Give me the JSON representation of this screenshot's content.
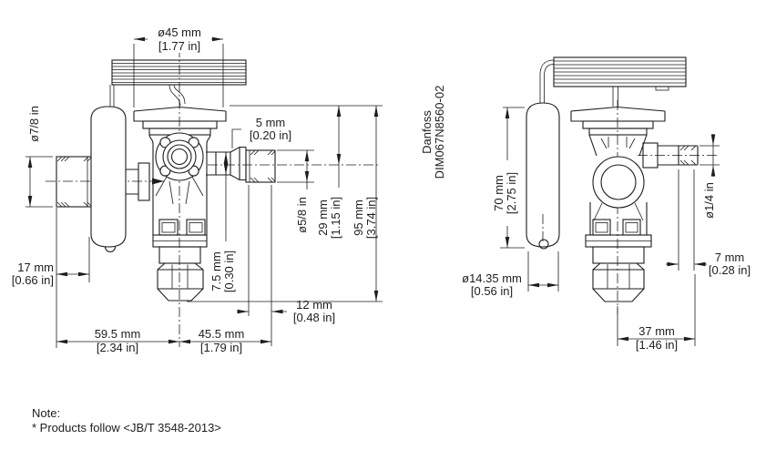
{
  "document": {
    "kind": "technical dimension drawing",
    "subject": "thermostatic expansion valve, two views with dimensions",
    "line_color": "#1d1d1d",
    "background": "#ffffff"
  },
  "title_block": {
    "brand": "Danfoss",
    "drawing_number": "DIM067N8560-02"
  },
  "note": {
    "heading": "Note:",
    "body": "* Products follow <JB/T 3548-2013>"
  },
  "front_view": {
    "d45_mm": "ø45 mm",
    "d45_in": "[1.77 in]",
    "d78": "ø7/8 in",
    "d5_mm": "5 mm",
    "d5_in": "[0.20 in]",
    "d75_mm": "7.5 mm",
    "d75_in": "[0.30 in]",
    "d58": "ø5/8 in",
    "d29_mm": "29 mm",
    "d29_in": "[1.15 in]",
    "d95_mm": "95 mm",
    "d95_in": "[3.74 in]",
    "d17_mm": "17 mm",
    "d17_in": "[0.66 in]",
    "d12_mm": "12 mm",
    "d12_in": "[0.48 in]",
    "d595_mm": "59.5 mm",
    "d595_in": "[2.34 in]",
    "d455_mm": "45.5 mm",
    "d455_in": "[1.79 in]"
  },
  "side_view": {
    "d70_mm": "70 mm",
    "d70_in": "[2.75 in]",
    "d14": "ø1/4 in",
    "d1435_mm": "ø14.35 mm",
    "d1435_in": "[0.56 in]",
    "d7_mm": "7 mm",
    "d7_in": "[0.28 in]",
    "d37_mm": "37 mm",
    "d37_in": "[1.46 in]"
  }
}
